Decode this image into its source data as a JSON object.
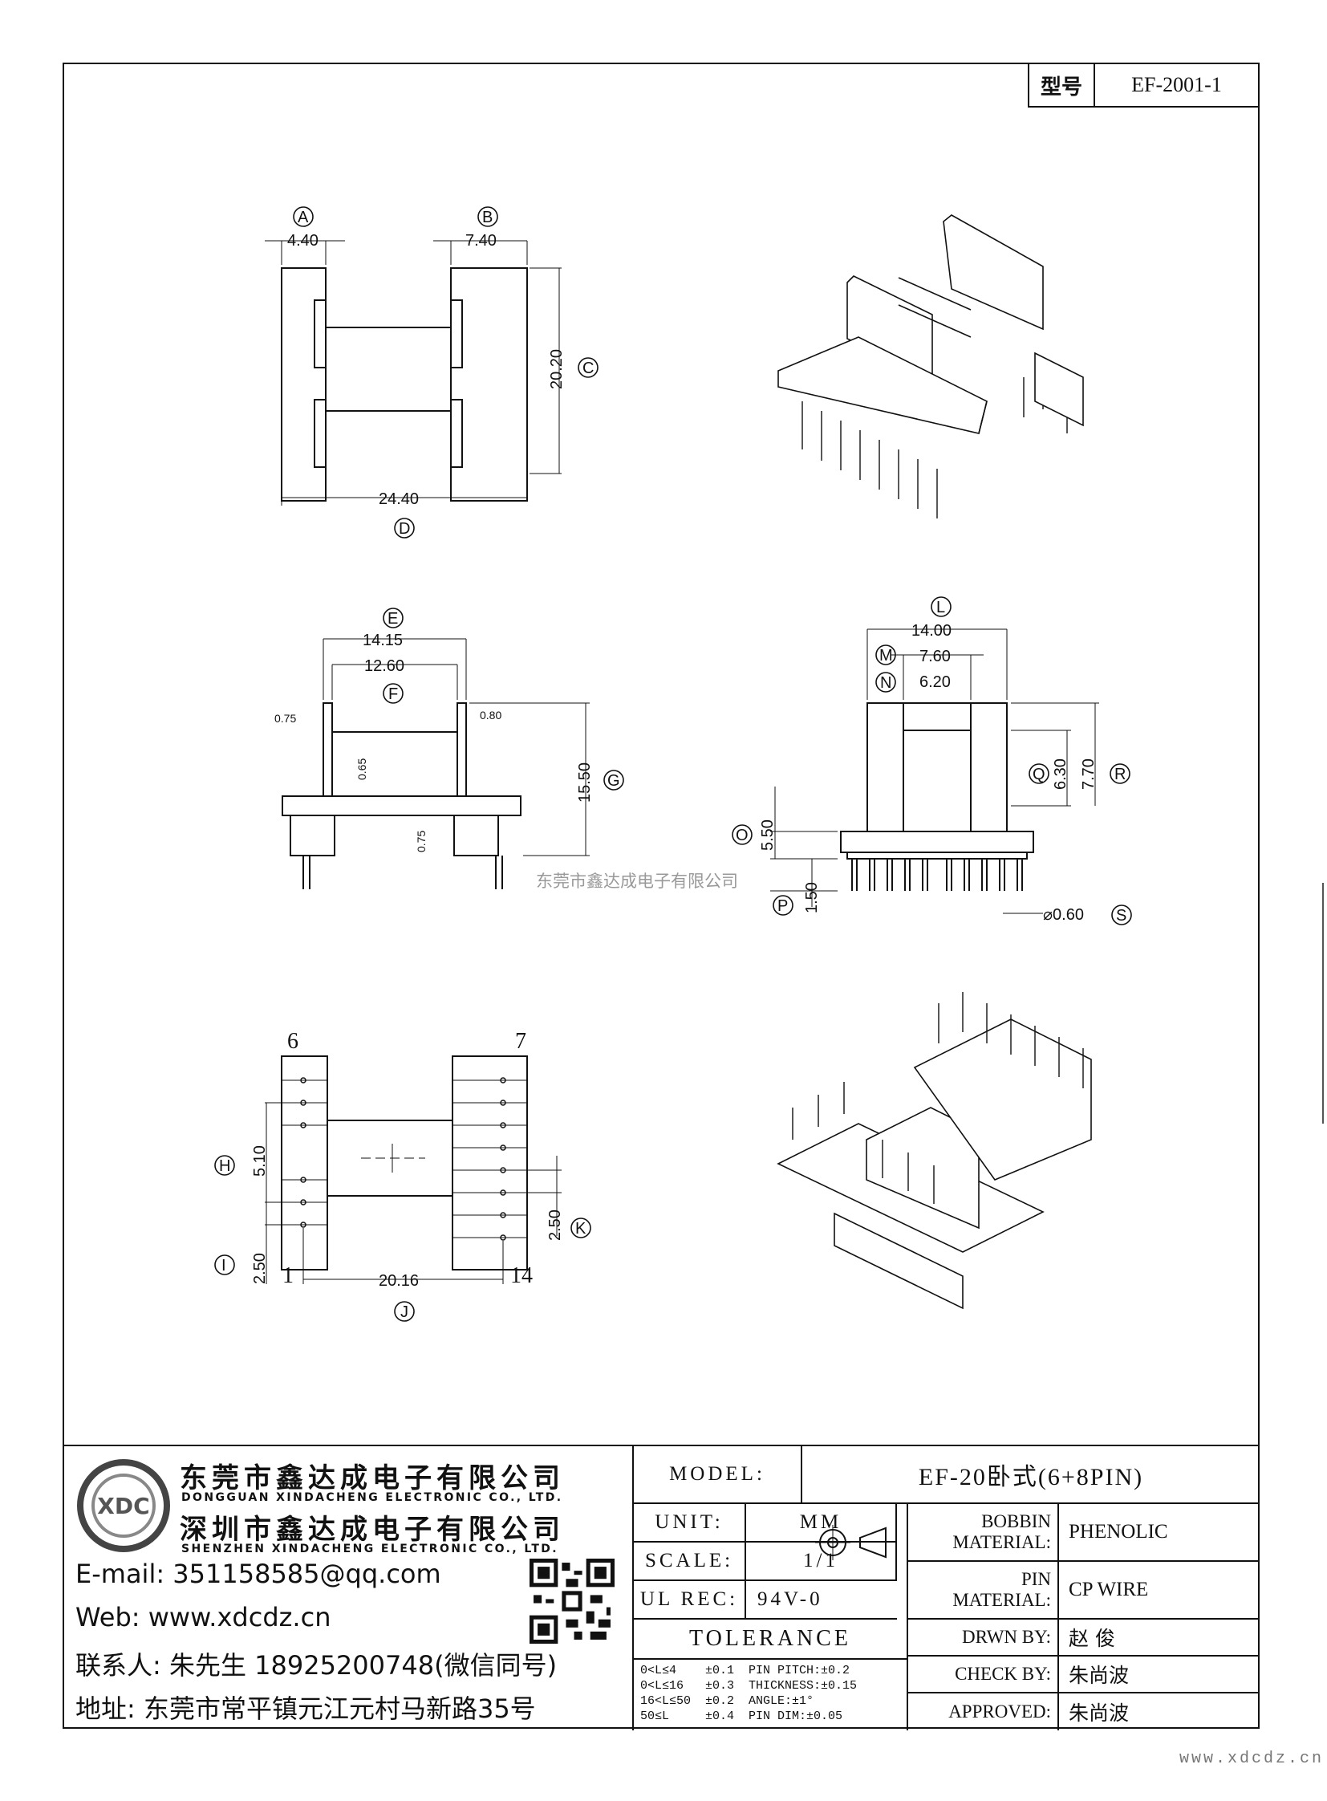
{
  "model_box": {
    "label": "型号",
    "value": "EF-2001-1"
  },
  "dims": {
    "A": "4.40",
    "B": "7.40",
    "C": "20.20",
    "D": "24.40",
    "E": "14.15",
    "F": "12.60",
    "G": "15.50",
    "f1": "0.75",
    "f2": "0.80",
    "f3": "0.65",
    "f4": "0.75",
    "L": "14.00",
    "M": "7.60",
    "N": "6.20",
    "Q": "6.30",
    "R": "7.70",
    "O": "5.50",
    "P": "1.50",
    "S": "⌀0.60",
    "H": "5.10",
    "I": "2.50",
    "J": "20.16",
    "K": "2.50"
  },
  "letters": {
    "A": "A",
    "B": "B",
    "C": "C",
    "D": "D",
    "E": "E",
    "F": "F",
    "G": "G",
    "L": "L",
    "M": "M",
    "N": "N",
    "Q": "Q",
    "R": "R",
    "O": "O",
    "P": "P",
    "S": "S",
    "H": "H",
    "I": "I",
    "J": "J",
    "K": "K"
  },
  "pins": {
    "p6": "6",
    "p7": "7",
    "p1": "1",
    "p14": "14"
  },
  "watermark": "东莞市鑫达成电子有限公司",
  "company": {
    "cn1": "东莞市鑫达成电子有限公司",
    "en1": "DONGGUAN XINDACHENG ELECTRONIC CO., LTD.",
    "cn2": "深圳市鑫达成电子有限公司",
    "en2": "SHENZHEN XINDACHENG ELECTRONIC CO., LTD.",
    "email": "E-mail: 351158585@qq.com",
    "web": "Web: www.xdcdz.cn",
    "contact": "联系人: 朱先生 18925200748(微信同号)",
    "address": "地址: 东莞市常平镇元江元村马新路35号",
    "logo_text": "XDC"
  },
  "titleblock": {
    "model_label": "MODEL:",
    "model_value": "EF-20卧式(6+8PIN)",
    "unit_label": "UNIT:",
    "unit_value": "MM",
    "scale_label": "SCALE:",
    "scale_value": "1/1",
    "ul_label": "UL REC:",
    "ul_value": "94V-0",
    "tolerance_label": "TOLERANCE",
    "tol": [
      "0<L≤4    ±0.1  PIN PITCH:±0.2",
      "0<L≤16   ±0.3  THICKNESS:±0.15",
      "16<L≤50  ±0.2  ANGLE:±1°",
      "50≤L     ±0.4  PIN DIM:±0.05"
    ],
    "bobbin_label1": "BOBBIN",
    "bobbin_label2": "MATERIAL:",
    "bobbin_value": "PHENOLIC",
    "pin_label1": "PIN",
    "pin_label2": "MATERIAL:",
    "pin_value": "CP WIRE",
    "drwn_label": "DRWN BY:",
    "drwn_value": "赵 俊",
    "check_label": "CHECK BY:",
    "check_value": "朱尚波",
    "approved_label": "APPROVED:",
    "approved_value": "朱尚波"
  },
  "site": "www.xdcdz.cn"
}
